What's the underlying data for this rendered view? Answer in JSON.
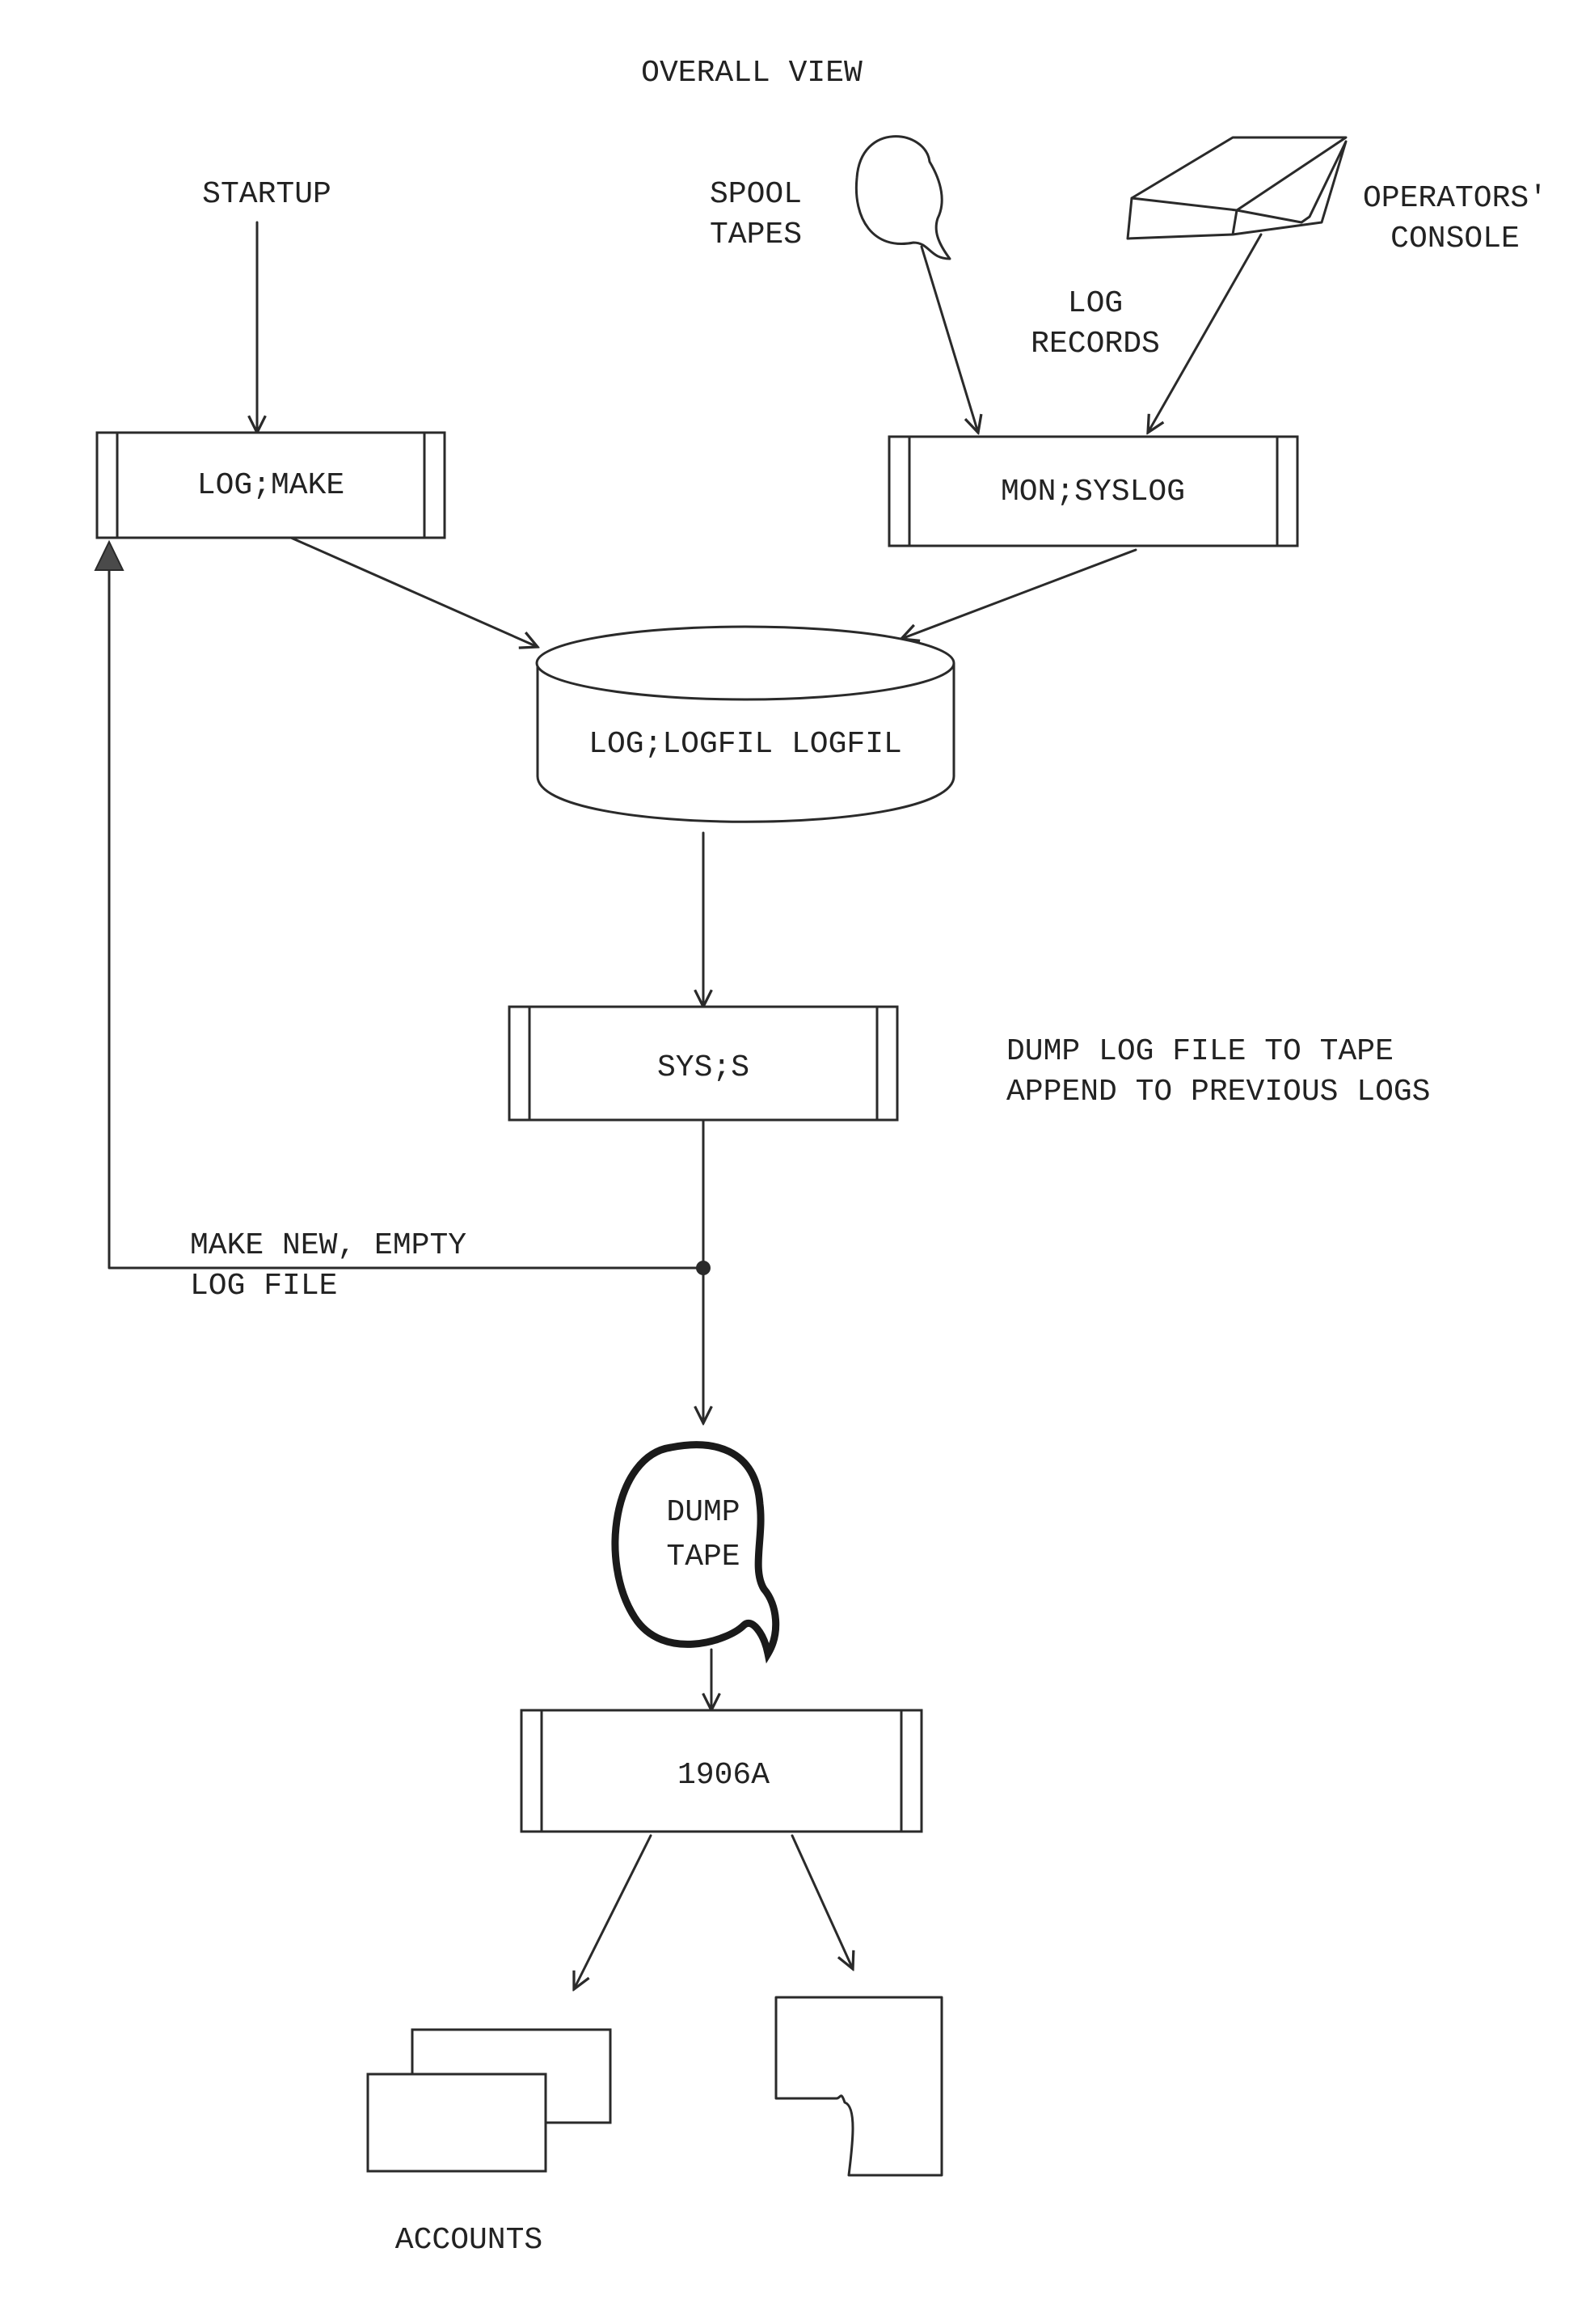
{
  "title": "OVERALL VIEW",
  "inputs": {
    "startup": "STARTUP",
    "spool_tapes": [
      "SPOOL",
      "TAPES"
    ],
    "operators_console": [
      "OPERATORS'",
      "CONSOLE"
    ],
    "log_records": [
      "LOG",
      "RECORDS"
    ]
  },
  "processes": {
    "log_make": "LOG;MAKE",
    "mon_syslog": "MON;SYSLOG",
    "sys_s": "SYS;S",
    "p1906a": "1906A"
  },
  "storage": {
    "logfil": "LOG;LOGFIL LOGFIL",
    "dump_tape": [
      "DUMP",
      "TAPE"
    ]
  },
  "annotations": {
    "dump_note": [
      "DUMP LOG FILE TO TAPE",
      "APPEND TO PREVIOUS LOGS"
    ],
    "make_new": [
      "MAKE NEW, EMPTY",
      "LOG FILE"
    ]
  },
  "outputs": {
    "accounts": "ACCOUNTS"
  }
}
